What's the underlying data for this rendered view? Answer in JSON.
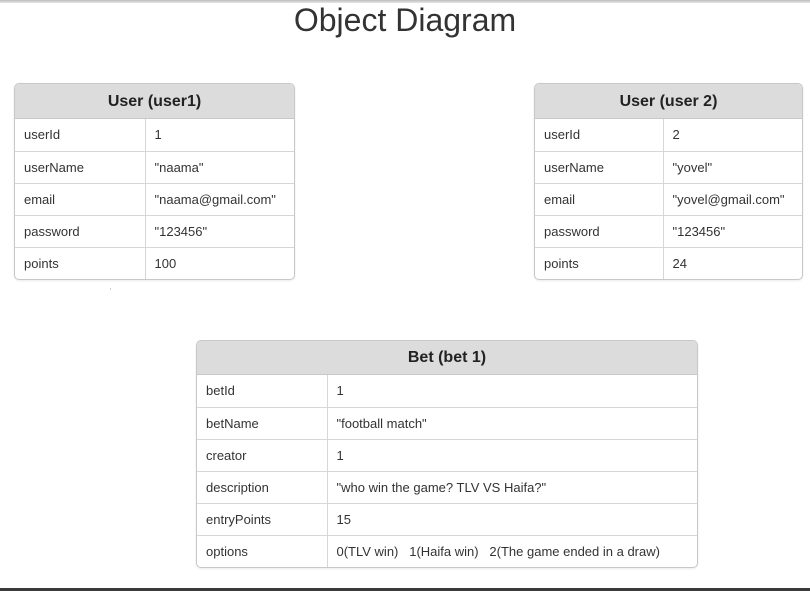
{
  "title": "Object Diagram",
  "objects": {
    "user1": {
      "header": "User (user1)",
      "rows": [
        {
          "key": "userId",
          "value": "1"
        },
        {
          "key": "userName",
          "value": "\"naama\""
        },
        {
          "key": "email",
          "value": "\"naama@gmail.com\""
        },
        {
          "key": "password",
          "value": "\"123456\""
        },
        {
          "key": "points",
          "value": "100"
        }
      ]
    },
    "user2": {
      "header": "User (user 2)",
      "rows": [
        {
          "key": "userId",
          "value": "2"
        },
        {
          "key": "userName",
          "value": "\"yovel\""
        },
        {
          "key": "email",
          "value": "\"yovel@gmail.com\""
        },
        {
          "key": "password",
          "value": "\"123456\""
        },
        {
          "key": "points",
          "value": "24"
        }
      ]
    },
    "bet1": {
      "header": "Bet (bet 1)",
      "rows": [
        {
          "key": "betId",
          "value": "1"
        },
        {
          "key": "betName",
          "value": "\"football match\""
        },
        {
          "key": "creator",
          "value": "1"
        },
        {
          "key": "description",
          "value": "\"who win the game? TLV VS Haifa?\""
        },
        {
          "key": "entryPoints",
          "value": "15"
        },
        {
          "key": "options",
          "value": "0(TLV win)   1(Haifa win)   2(The game ended in a draw)"
        }
      ]
    }
  }
}
